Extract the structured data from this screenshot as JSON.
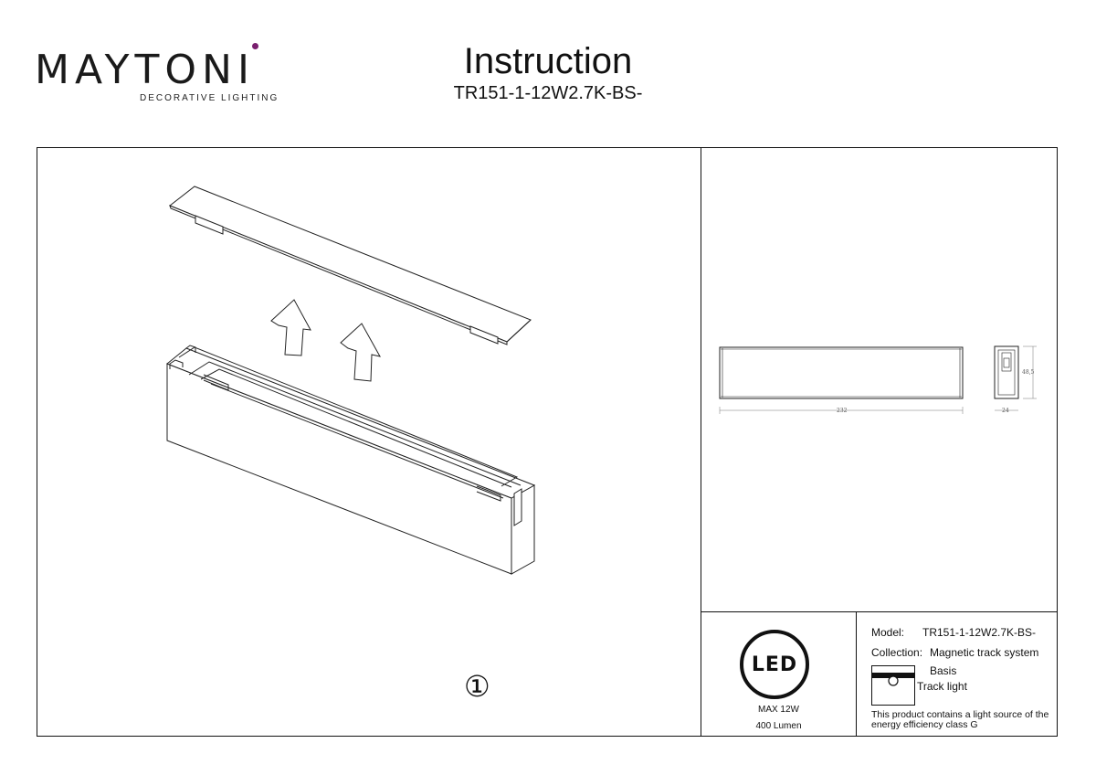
{
  "brand": {
    "name": "MAYTONI",
    "tagline": "DECORATIVE LIGHTING",
    "dot_color": "#7a1f6f"
  },
  "header": {
    "title": "Instruction",
    "model": "TR151-1-12W2.7K-BS-"
  },
  "assembly": {
    "step_number": "①"
  },
  "dimensions": {
    "length": "232",
    "width": "24",
    "height": "48,5"
  },
  "led": {
    "badge": "LED",
    "max_power": "MAX 12W",
    "lumen": "400 Lumen"
  },
  "specs": {
    "model_label": "Model:",
    "model_value": "TR151-1-12W2.7K-BS-",
    "collection_label": "Collection:",
    "collection_value": "Magnetic track system",
    "series_value": "Basis",
    "type_value": "Track light",
    "energy_note_line1": "This product contains a light source of the",
    "energy_note_line2": "energy efficiency class G"
  },
  "icons": {
    "arrow": "up-arrow-icon",
    "track": "track-light-icon"
  }
}
